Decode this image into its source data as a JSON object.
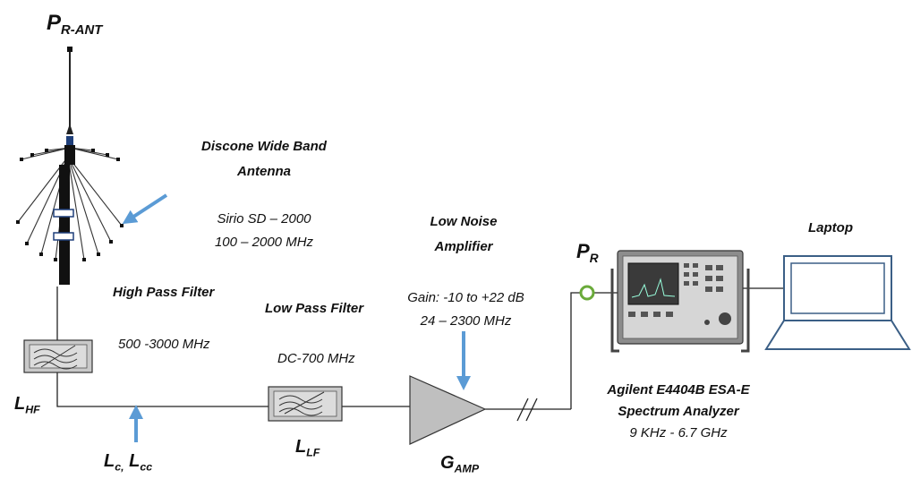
{
  "antenna": {
    "symbol_main": "P",
    "symbol_sub": "R-ANT",
    "title_line1": "Discone Wide Band",
    "title_line2": "Antenna",
    "model": "Sirio SD – 2000",
    "range": "100 – 2000 MHz"
  },
  "high_pass_filter": {
    "title": "High Pass Filter",
    "range": "500 -3000 MHz",
    "symbol_main": "L",
    "symbol_sub": "HF"
  },
  "cable": {
    "symbol_a_main": "L",
    "symbol_a_sub": "c,",
    "symbol_b_main": "L",
    "symbol_b_sub": "cc"
  },
  "low_pass_filter": {
    "title": "Low Pass Filter",
    "range": "DC-700 MHz",
    "symbol_main": "L",
    "symbol_sub": "LF"
  },
  "amplifier": {
    "title_line1": "Low Noise",
    "title_line2": "Amplifier",
    "gain": "Gain: -10 to +22 dB",
    "range": "24 – 2300 MHz",
    "symbol_main": "G",
    "symbol_sub": "AMP"
  },
  "measurement_point": {
    "symbol_main": "P",
    "symbol_sub": "R"
  },
  "analyzer": {
    "title_line1": "Agilent E4404B ESA-E",
    "title_line2": "Spectrum Analyzer",
    "range": "9 KHz - 6.7 GHz"
  },
  "laptop": {
    "label": "Laptop"
  },
  "colors": {
    "arrow": "#5b9bd5",
    "measurement_ring": "#6aaa3a",
    "amplifier_fill": "#bfbfbf",
    "laptop_outline": "#3b5f86",
    "wire": "#222222"
  }
}
